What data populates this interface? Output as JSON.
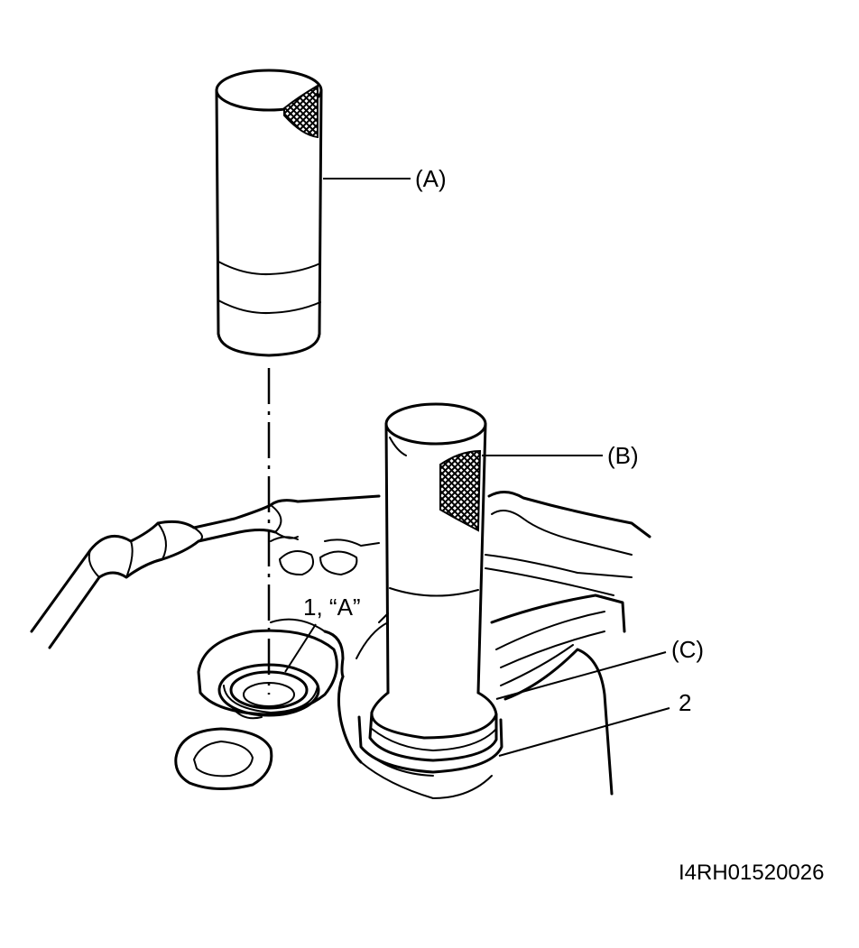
{
  "labels": {
    "tool_a": "(A)",
    "tool_b": "(B)",
    "part_c": "(C)",
    "part_1": "1, “A”",
    "part_2": "2"
  },
  "figure_id": "I4RH01520026",
  "colors": {
    "ink": "#000000",
    "background": "#ffffff"
  }
}
